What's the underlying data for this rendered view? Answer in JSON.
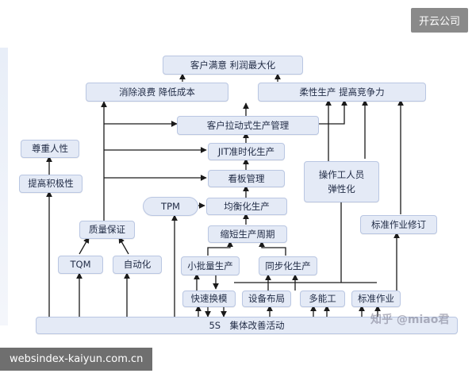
{
  "watermark_top": "开云公司",
  "watermark_zhihu": "知乎 @miao君",
  "footer": "websindex-kaiyun.com.cn",
  "nodes": {
    "customer_satisfaction": "客户满意 利润最大化",
    "eliminate_waste": "消除浪费 降低成本",
    "flexible_production": "柔性生产 提高竞争力",
    "pull_production": "客户拉动式生产管理",
    "jit": "JIT准时化生产",
    "kanban": "看板管理",
    "leveling": "均衡化生产",
    "shorten_cycle": "缩短生产周期",
    "small_batch": "小批量生产",
    "sync_production": "同步化生产",
    "quick_changeover": "快速换模",
    "equipment_layout": "设备布局",
    "multi_skill": "多能工",
    "standard_work": "标准作业",
    "foundation": "5S　集体改善活动",
    "respect": "尊重人性",
    "motivation": "提高积极性",
    "quality": "质量保证",
    "tqm": "TQM",
    "jidoka": "自动化",
    "tpm": "TPM",
    "operators_1": "操作工人员",
    "operators_2": "弹性化",
    "standard_revision": "标准作业修订"
  },
  "colors": {
    "node_fill": "#e4eaf6",
    "node_border": "#b9c6e2",
    "arrow": "#1a1a1a"
  }
}
